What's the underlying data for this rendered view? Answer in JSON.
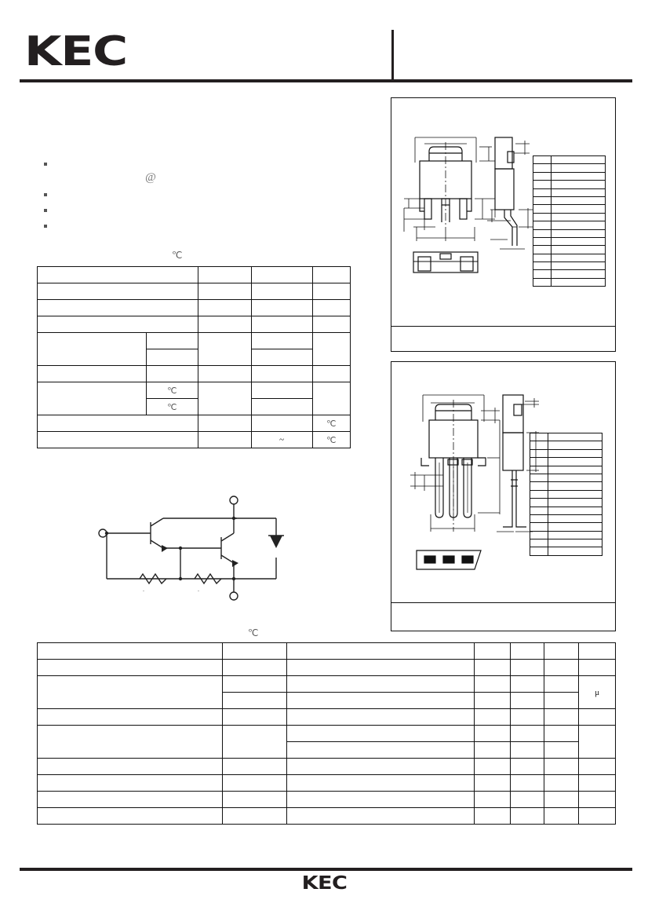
{
  "header": {
    "logo": "KEC",
    "title": "",
    "subtitle": ""
  },
  "features": {
    "title": "",
    "items": [
      "",
      "",
      "",
      ""
    ],
    "at_symbol": "@"
  },
  "absolute_max": {
    "caption": "",
    "degree_symbol": "℃",
    "columns": [
      "",
      "",
      "",
      ""
    ],
    "rows": [
      {
        "cells": [
          "",
          "",
          "",
          ""
        ]
      },
      {
        "cells": [
          "",
          "",
          "",
          ""
        ]
      },
      {
        "cells": [
          "",
          "",
          "",
          ""
        ]
      },
      {
        "cells": [
          "",
          "",
          "",
          ""
        ]
      },
      {
        "cells": [
          "",
          "",
          "",
          "",
          ""
        ]
      },
      {
        "cells": [
          "",
          "",
          ""
        ]
      },
      {
        "cells": [
          "",
          "",
          "",
          ""
        ]
      },
      {
        "cells": [
          "",
          "℃",
          "",
          ""
        ]
      },
      {
        "cells": [
          "",
          "℃",
          ""
        ]
      },
      {
        "cells": [
          "",
          "",
          "",
          "℃"
        ]
      },
      {
        "cells": [
          "",
          "",
          "~",
          "℃"
        ]
      }
    ]
  },
  "schematic": {
    "title": "",
    "terminal_labels": [
      "",
      "",
      ""
    ],
    "resistor_labels": [
      "",
      ""
    ],
    "diode_label": ""
  },
  "package1": {
    "title": "",
    "caption": "",
    "dim_rows": [
      {
        "sym": "",
        "val": ""
      },
      {
        "sym": "",
        "val": ""
      },
      {
        "sym": "",
        "val": ""
      },
      {
        "sym": "",
        "val": ""
      },
      {
        "sym": "",
        "val": ""
      },
      {
        "sym": "",
        "val": ""
      },
      {
        "sym": "",
        "val": ""
      },
      {
        "sym": "",
        "val": ""
      },
      {
        "sym": "",
        "val": ""
      },
      {
        "sym": "",
        "val": ""
      },
      {
        "sym": "",
        "val": ""
      },
      {
        "sym": "",
        "val": ""
      },
      {
        "sym": "",
        "val": ""
      },
      {
        "sym": "",
        "val": ""
      },
      {
        "sym": "",
        "val": ""
      },
      {
        "sym": "",
        "val": ""
      }
    ]
  },
  "package2": {
    "title": "",
    "caption": "",
    "dim_rows": [
      {
        "sym": "",
        "val": ""
      },
      {
        "sym": "",
        "val": ""
      },
      {
        "sym": "",
        "val": ""
      },
      {
        "sym": "",
        "val": ""
      },
      {
        "sym": "",
        "val": ""
      },
      {
        "sym": "",
        "val": ""
      },
      {
        "sym": "",
        "val": ""
      },
      {
        "sym": "",
        "val": ""
      },
      {
        "sym": "",
        "val": ""
      },
      {
        "sym": "",
        "val": ""
      },
      {
        "sym": "",
        "val": ""
      },
      {
        "sym": "",
        "val": ""
      },
      {
        "sym": "",
        "val": ""
      },
      {
        "sym": "",
        "val": ""
      },
      {
        "sym": "",
        "val": ""
      }
    ]
  },
  "electrical": {
    "caption": "",
    "degree_symbol": "℃",
    "micro_symbol": "μ",
    "columns": [
      "",
      "",
      "",
      "",
      "",
      "",
      ""
    ],
    "rows": [
      {
        "cells": [
          "",
          "",
          "",
          "",
          "",
          "",
          ""
        ]
      },
      {
        "cells": [
          "",
          "",
          "",
          "",
          "",
          "",
          ""
        ]
      },
      {
        "cells": [
          "",
          "",
          "",
          "",
          "",
          "",
          "μ"
        ]
      },
      {
        "cells": [
          "",
          "",
          "",
          "",
          "",
          ""
        ]
      },
      {
        "cells": [
          "",
          "",
          "",
          "",
          "",
          "",
          ""
        ]
      },
      {
        "cells": [
          "",
          "",
          "",
          "",
          "",
          ""
        ]
      },
      {
        "cells": [
          "",
          "",
          "",
          "",
          "",
          ""
        ]
      },
      {
        "cells": [
          "",
          "",
          "",
          "",
          "",
          "",
          ""
        ]
      },
      {
        "cells": [
          "",
          "",
          "",
          "",
          "",
          "",
          ""
        ]
      },
      {
        "cells": [
          "",
          "",
          "",
          "",
          "",
          "",
          ""
        ]
      },
      {
        "cells": [
          "",
          "",
          "",
          "",
          "",
          "",
          ""
        ]
      }
    ]
  },
  "footer": {
    "logo": "KEC",
    "revision": "",
    "page": ""
  }
}
